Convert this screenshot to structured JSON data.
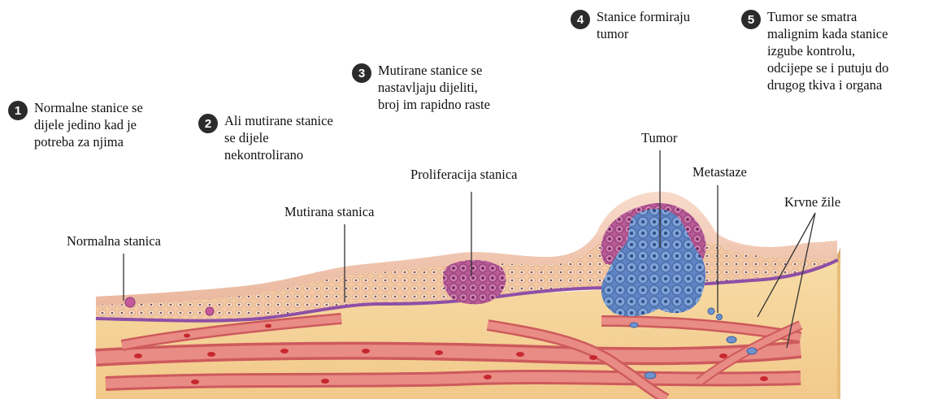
{
  "steps": [
    {
      "num": "1",
      "text": "Normalne stanice se\ndijele jedino kad je\npotreba za njima"
    },
    {
      "num": "2",
      "text": "Ali mutirane stanice\nse dijele\nnekontrolirano"
    },
    {
      "num": "3",
      "text": "Mutirane stanice se\nnastavljaju dijeliti,\nbroj im rapidno raste"
    },
    {
      "num": "4",
      "text": "Stanice formiraju\ntumor"
    },
    {
      "num": "5",
      "text": "Tumor se smatra\nmalignim kada stanice\nizgube kontrolu,\nodcijepe se i putuju do\ndrugog tkiva i organa"
    }
  ],
  "labels": {
    "normal_cell": "Normalna stanica",
    "mutated_cell": "Mutirana stanica",
    "proliferation": "Proliferacija stanica",
    "tumor": "Tumor",
    "metastases": "Metastaze",
    "blood_vessels": "Krvne žile"
  }
}
